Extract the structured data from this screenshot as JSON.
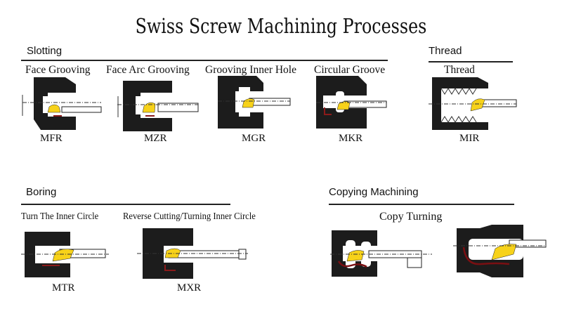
{
  "title": "Swiss Screw Machining Processes",
  "sections": {
    "slotting": {
      "label": "Slotting",
      "items": [
        {
          "name": "Face Grooving",
          "code": "MFR"
        },
        {
          "name": "Face Arc Grooving",
          "code": "MZR"
        },
        {
          "name": "Grooving Inner Hole",
          "code": "MGR"
        },
        {
          "name": "Circular Groove",
          "code": "MKR"
        }
      ]
    },
    "thread": {
      "label": "Thread",
      "items": [
        {
          "name": "Thread",
          "code": "MIR"
        }
      ]
    },
    "boring": {
      "label": "Boring",
      "items": [
        {
          "name": "Turn The Inner Circle",
          "code": "MTR"
        },
        {
          "name": "Reverse Cutting/Turning Inner Circle",
          "code": "MXR"
        }
      ]
    },
    "copying": {
      "label": "Copying Machining",
      "items": [
        {
          "name": "Copy Turning"
        }
      ]
    }
  },
  "colors": {
    "workpiece": "#1c1c1c",
    "insert": "#f7d21a",
    "toolpath": "#7a0f12"
  }
}
